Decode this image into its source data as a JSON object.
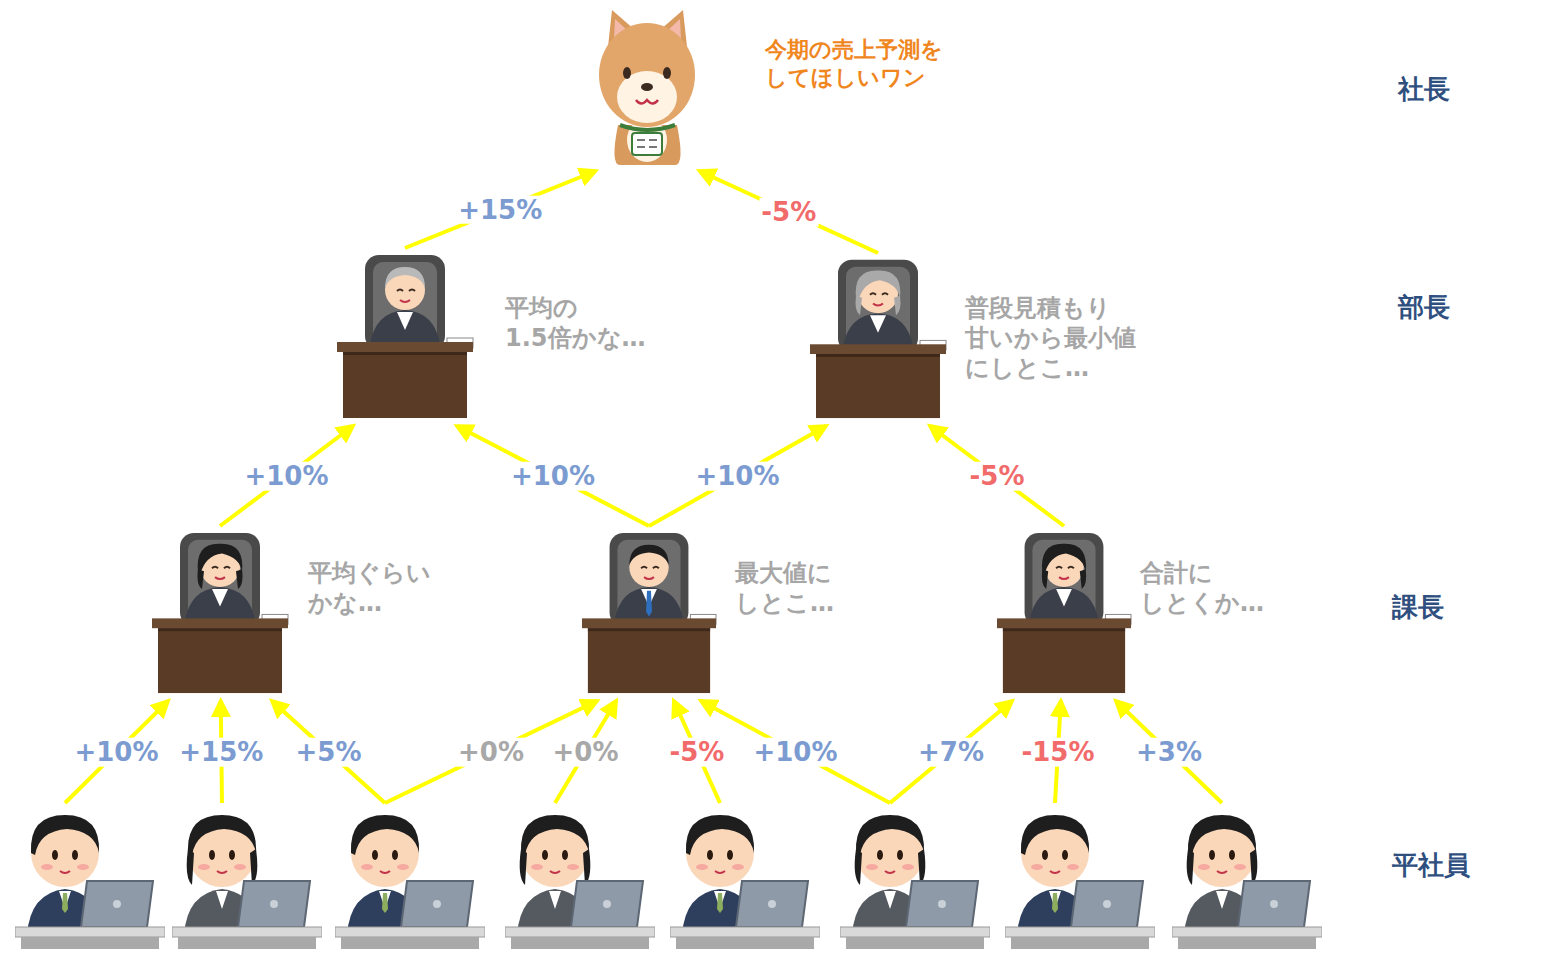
{
  "diagram": {
    "nodes": [
      {
        "text": [
          "今期の売上予測を してほしいワン"
        ]
      },
      {
        "text": [
          "平均の 1.5倍かな…"
        ]
      },
      {
        "text": [
          "普段見積もり 甘いから最小値 にしとこ…"
        ]
      },
      {
        "text": [
          "平均ぐらい かな…"
        ]
      },
      {
        "text": [
          "最大値に しとこ…"
        ]
      },
      {
        "text": [
          "合計に しとくか…"
        ]
      },
      {
        "text": []
      },
      {
        "text": []
      },
      {
        "text": []
      },
      {
        "text": []
      },
      {
        "text": []
      },
      {
        "text": []
      },
      {
        "text": []
      },
      {
        "text": []
      }
    ],
    "edges": [
      {
        "from": 1,
        "to": 0,
        "arrow": "to",
        "label": "+15%"
      },
      {
        "from": 2,
        "to": 0,
        "arrow": "to",
        "label": "-5%"
      },
      {
        "from": 3,
        "to": 1,
        "arrow": "to",
        "label": "+10%"
      },
      {
        "from": 4,
        "to": 1,
        "arrow": "to",
        "label": "+10%"
      },
      {
        "from": 4,
        "to": 2,
        "arrow": "to",
        "label": "+10%"
      },
      {
        "from": 5,
        "to": 2,
        "arrow": "to",
        "label": "-5%"
      },
      {
        "from": 6,
        "to": 3,
        "arrow": "to",
        "label": "+10%"
      },
      {
        "from": 7,
        "to": 3,
        "arrow": "to",
        "label": "+15%"
      },
      {
        "from": 8,
        "to": 3,
        "arrow": "to",
        "label": "+5%"
      },
      {
        "from": 8,
        "to": 4,
        "arrow": "to",
        "label": "+0%"
      },
      {
        "from": 9,
        "to": 4,
        "arrow": "to",
        "label": "+0%"
      },
      {
        "from": 10,
        "to": 4,
        "arrow": "to",
        "label": "-5%"
      },
      {
        "from": 11,
        "to": 4,
        "arrow": "to",
        "label": "+10%"
      },
      {
        "from": 11,
        "to": 5,
        "arrow": "to",
        "label": "+7%"
      },
      {
        "from": 12,
        "to": 5,
        "arrow": "to",
        "label": "-15%"
      },
      {
        "from": 13,
        "to": 5,
        "arrow": "to",
        "label": "+3%"
      }
    ],
    "labels": [
      "社長",
      "部長",
      "課長",
      "平社員"
    ]
  }
}
